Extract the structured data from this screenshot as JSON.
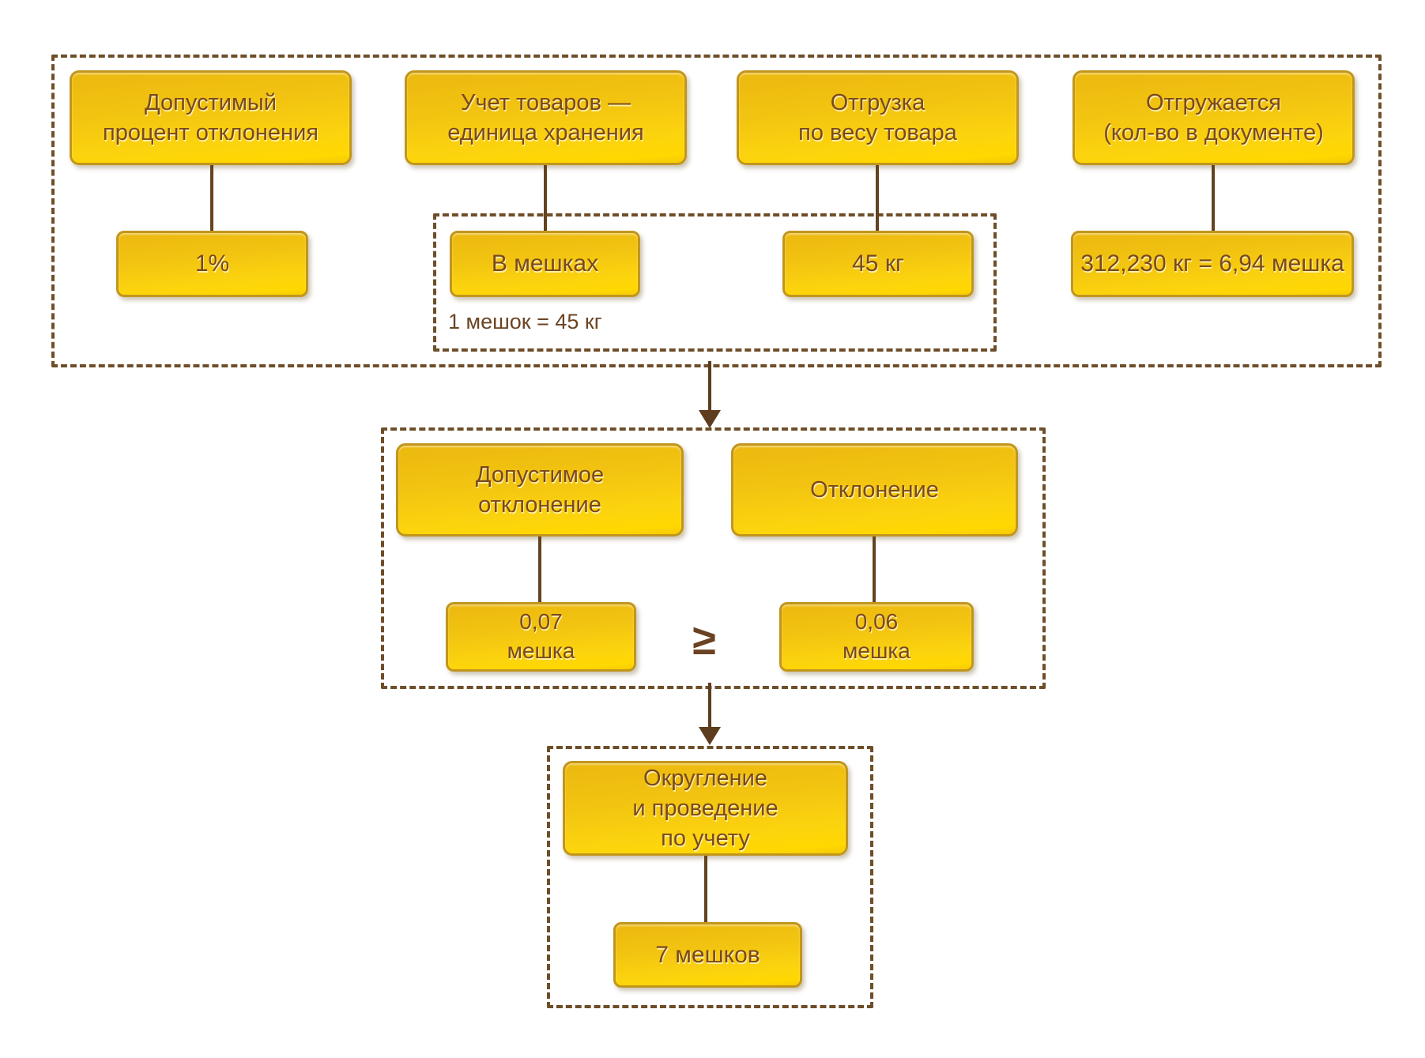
{
  "palette": {
    "box_fill_top": "#ECB80F",
    "box_fill_bottom": "#FFD800",
    "box_border": "#C2961C",
    "dashed_border": "#6E4E29",
    "connector": "#64431F",
    "text": "#7A491D"
  },
  "top_section": {
    "columns": [
      {
        "header": "Допустимый\nпроцент отклонения",
        "value": "1%"
      },
      {
        "header": "Учет товаров —\nединица хранения",
        "value": "В мешках"
      },
      {
        "header": "Отгрузка\nпо весу товара",
        "value": "45 кг"
      },
      {
        "header": "Отгружается\n(кол-во в документе)",
        "value": "312,230 кг = 6,94 мешка"
      }
    ],
    "note": "1 мешок = 45 кг"
  },
  "middle_section": {
    "left_header": "Допустимое\nотклонение",
    "left_value": "0,07\nмешка",
    "operator": "≥",
    "right_header": "Отклонение",
    "right_value": "0,06\nмешка"
  },
  "bottom_section": {
    "header": "Округление\nи проведение\nпо учету",
    "value": "7 мешков"
  }
}
